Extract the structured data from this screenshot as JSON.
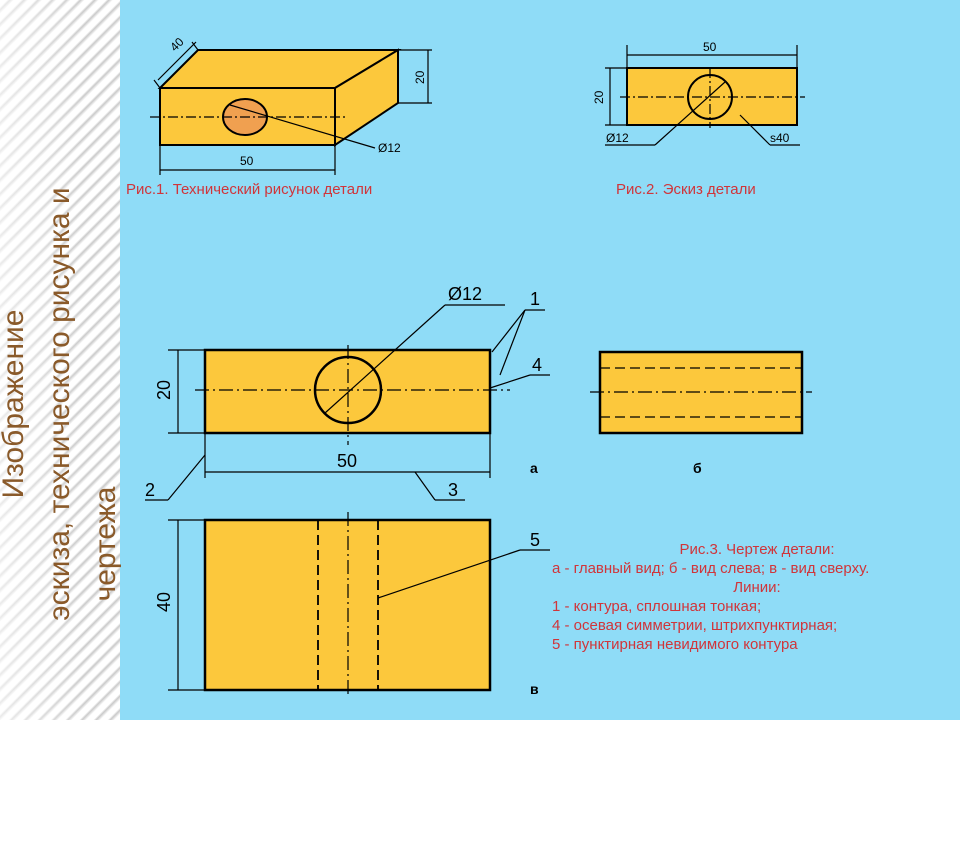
{
  "title": {
    "line1": "Изображение",
    "line2": "эскиза, технического рисунка и",
    "line3": "чертежа"
  },
  "fig1": {
    "caption": "Рис.1. Технический рисунок детали",
    "dim_depth": "40",
    "dim_height": "20",
    "dim_width": "50",
    "dim_hole": "Ø12"
  },
  "fig2": {
    "caption": "Рис.2. Эскиз детали",
    "dim_width": "50",
    "dim_height": "20",
    "dim_hole": "Ø12",
    "dim_thickness": "s40"
  },
  "fig3": {
    "dim_hole": "Ø12",
    "dim_height": "20",
    "dim_width": "50",
    "dim_depth": "40",
    "leaders": [
      "1",
      "2",
      "3",
      "4",
      "5"
    ],
    "view_labels": {
      "a": "а",
      "b": "б",
      "v": "в"
    },
    "legend": {
      "title": "Рис.3. Чертеж детали:",
      "views": "а - главный вид; б - вид слева; в - вид сверху.",
      "lines_title": "Линии:",
      "items": [
        "1 - контура, сплошная тонкая;",
        "4 - осевая симметрии, штрихпунктирная;",
        "5 - пунктирная невидимого контура"
      ]
    }
  },
  "colors": {
    "background": "#8fdcf7",
    "part": "#fcc83c",
    "hole": "#f0a050",
    "caption": "#d0353a",
    "title": "#8a5a2a"
  }
}
